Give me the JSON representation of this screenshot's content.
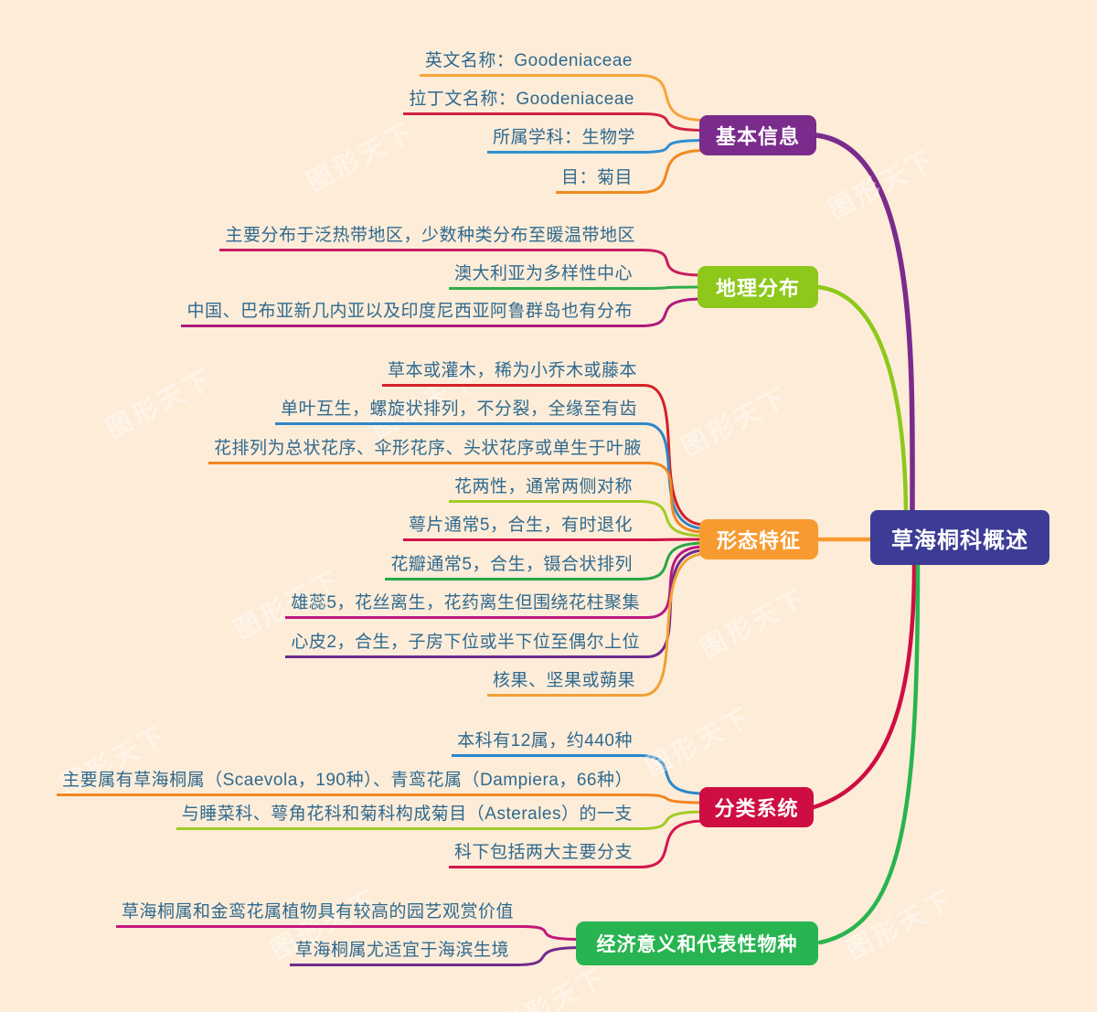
{
  "watermark": {
    "text": "图形天下"
  },
  "root": {
    "label": "草海桐科概述"
  },
  "colors": {
    "background": "#fdecd8",
    "leaf_text": "#2f6a8f",
    "root_bg": "#3c3c96",
    "node_text": "#ffffff"
  },
  "branches": [
    {
      "label": "基本信息",
      "color": "#7a2b8c",
      "items": [
        {
          "text": "英文名称：Goodeniaceae",
          "color": "#f5a43a"
        },
        {
          "text": "拉丁文名称：Goodeniaceae",
          "color": "#cf2345"
        },
        {
          "text": "所属学科：生物学",
          "color": "#2f8fd0"
        },
        {
          "text": "目：菊目",
          "color": "#ef8a1f"
        }
      ]
    },
    {
      "label": "地理分布",
      "color": "#8dc81b",
      "items": [
        {
          "text": "主要分布于泛热带地区，少数种类分布至暖温带地区",
          "color": "#c81e5e"
        },
        {
          "text": "澳大利亚为多样性中心",
          "color": "#2fae4a"
        },
        {
          "text": "中国、巴布亚新几内亚以及印度尼西亚阿鲁群岛也有分布",
          "color": "#ad1a7d"
        }
      ]
    },
    {
      "label": "形态特征",
      "color": "#f79b31",
      "items": [
        {
          "text": "草本或灌木，稀为小乔木或藤本",
          "color": "#d42127"
        },
        {
          "text": "单叶互生，螺旋状排列，不分裂，全缘至有齿",
          "color": "#2e86c8"
        },
        {
          "text": "花排列为总状花序、伞形花序、头状花序或单生于叶腋",
          "color": "#ef8722"
        },
        {
          "text": "花两性，通常两侧对称",
          "color": "#a3cb24"
        },
        {
          "text": "萼片通常5，合生，有时退化",
          "color": "#cf1445"
        },
        {
          "text": "花瓣通常5，合生，镊合状排列",
          "color": "#28a745"
        },
        {
          "text": "雄蕊5，花丝离生，花药离生但围绕花柱聚集",
          "color": "#bb1880"
        },
        {
          "text": "心皮2，合生，子房下位或半下位至偶尔上位",
          "color": "#6f2b8e"
        },
        {
          "text": "核果、坚果或蒴果",
          "color": "#f2a134"
        }
      ]
    },
    {
      "label": "分类系统",
      "color": "#ce0e42",
      "items": [
        {
          "text": "本科有12属，约440种",
          "color": "#2e86c8"
        },
        {
          "text": "主要属有草海桐属（Scaevola，190种）、青鸾花属（Dampiera，66种）",
          "color": "#ef8722"
        },
        {
          "text": "与睡菜科、萼角花科和菊科构成菊目（Asterales）的一支",
          "color": "#a3cb24"
        },
        {
          "text": "科下包括两大主要分支",
          "color": "#d3174e"
        }
      ]
    },
    {
      "label": "经济意义和代表性物种",
      "color": "#28b450",
      "items": [
        {
          "text": "草海桐属和金鸾花属植物具有较高的园艺观赏价值",
          "color": "#c2187c"
        },
        {
          "text": "草海桐属尤适宜于海滨生境",
          "color": "#6f2b8e"
        }
      ]
    }
  ]
}
